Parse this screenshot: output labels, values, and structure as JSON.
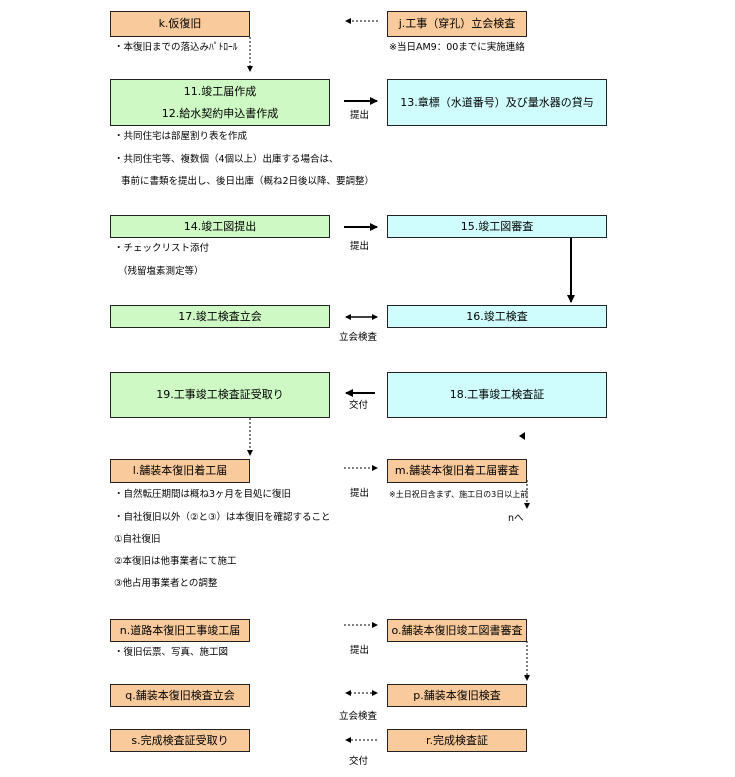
{
  "boxes": {
    "k": "k.仮復旧",
    "j": "j.工事（穿孔）立会検査",
    "b11": "11.竣工届作成",
    "b12": "12.給水契約申込書作成",
    "b13": "13.章標（水道番号）及び量水器の貸与",
    "b14": "14.竣工図提出",
    "b15": "15.竣工図審査",
    "b17": "17.竣工検査立会",
    "b16": "16.竣工検査",
    "b19": "19.工事竣工検査証受取り",
    "b18": "18.工事竣工検査証",
    "l": "l.舗装本復旧着工届",
    "m": "m.舗装本復旧着工届審査",
    "n": "n.道路本復旧工事竣工届",
    "o": "o.舗装本復旧竣工図書審査",
    "q": "q.舗装本復旧検査立会",
    "p": "p.舗装本復旧検査",
    "s": "s.完成検査証受取り",
    "r": "r.完成検査証"
  },
  "notes": {
    "k_note": "・本復旧までの落込みﾊﾟﾄﾛｰﾙ",
    "j_note": "※当日AM9：00までに実施連絡",
    "c1": "・共同住宅は部屋割り表を作成",
    "c2": "・共同住宅等、複数個（4個以上）出庫する場合は、",
    "c3": "事前に書類を提出し、後日出庫（概ね2日後以降、要調整）",
    "d1": "・チェックリスト添付",
    "d2": "（残留塩素測定等）",
    "l1": "・自然転圧期間は概ね3ヶ月を目処に復旧",
    "l2": "・自社復旧以外（②と③）は本復旧を確認すること",
    "l3": "①自社復旧",
    "l4": "②本復旧は他事業者にて施工",
    "l5": "③他占用事業者との調整",
    "m_note": "※土日祝日含まず、施工日の3日以上前",
    "m_next": "nへ",
    "n_note": "・復旧伝票、写真、施工図"
  },
  "labels": {
    "submit1": "提出",
    "submit2": "提出",
    "inspect1": "立会検査",
    "deliver1": "交付",
    "submit3": "提出",
    "submit4": "提出",
    "inspect2": "立会検査",
    "deliver2": "交付"
  },
  "colors": {
    "orange": "#f9cb9c",
    "green": "#cef8c4",
    "cyan": "#cffdfd"
  }
}
